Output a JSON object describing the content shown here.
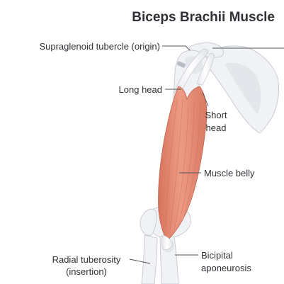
{
  "title": "Biceps Brachii Muscle",
  "labels": {
    "supraglenoid": "Supraglenoid tubercle (origin)",
    "long_head": "Long head",
    "short_head_1": "Short",
    "short_head_2": "head",
    "muscle_belly": "Muscle belly",
    "radial_1": "Radial tuberosity",
    "radial_2": "(insertion)",
    "bicipital_1": "Bicipital",
    "bicipital_2": "aponeurosis"
  },
  "colors": {
    "muscle": "#e9907a",
    "muscle_dark": "#d06f5a",
    "tendon": "#f3f3f6",
    "bone": "#f1f2f5",
    "text": "#2f3136"
  }
}
